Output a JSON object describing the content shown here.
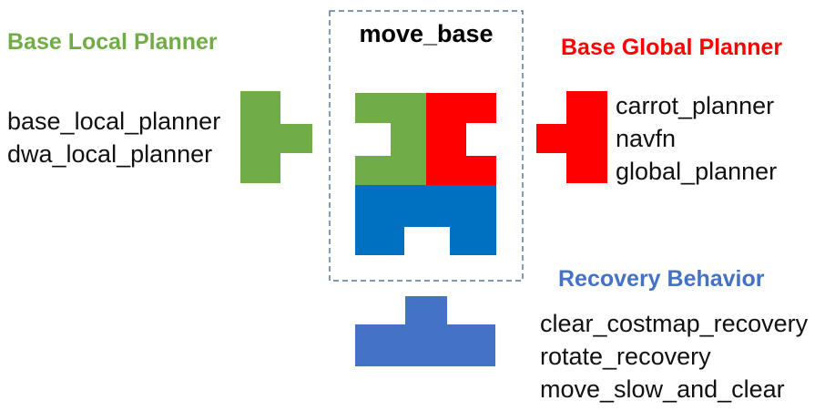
{
  "center": {
    "title": "move_base"
  },
  "local_planner": {
    "heading": "Base Local Planner",
    "color": "#70AD47",
    "items": [
      "base_local_planner",
      "dwa_local_planner"
    ]
  },
  "global_planner": {
    "heading": "Base Global Planner",
    "color": "#FF0000",
    "items": [
      "carrot_planner",
      "navfn",
      "global_planner"
    ]
  },
  "recovery": {
    "heading": "Recovery Behavior",
    "color": "#4472C4",
    "items": [
      "clear_costmap_recovery",
      "rotate_recovery",
      "move_slow_and_clear"
    ]
  },
  "center_block_color": "#0070C0"
}
